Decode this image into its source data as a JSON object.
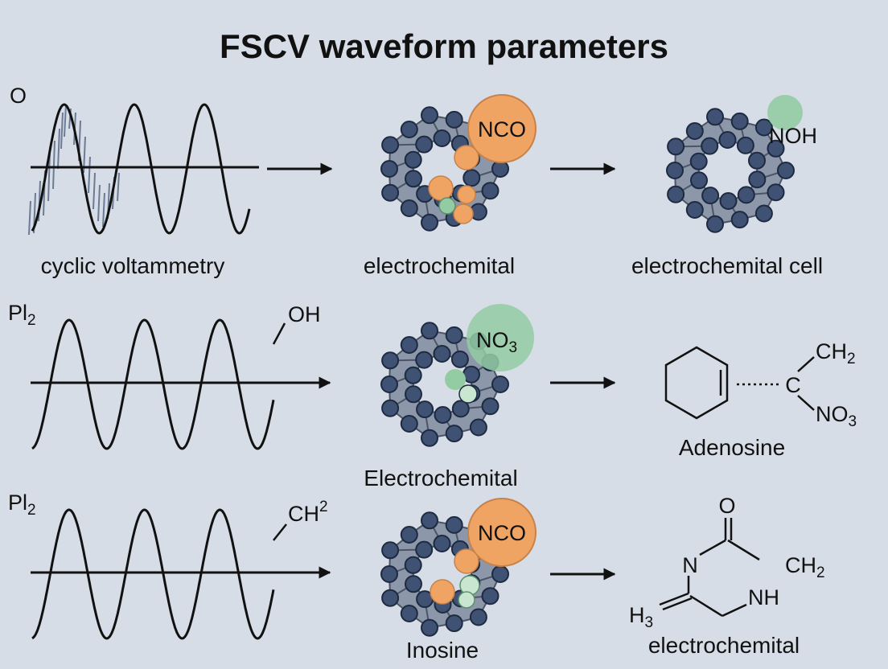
{
  "title": "FSCV waveform parameters",
  "colors": {
    "background": "#d7dde6",
    "orange": "#f0a464",
    "green": "#93cba3",
    "atom": "#3f5274",
    "ring": "#8c97aa"
  },
  "rows": [
    {
      "left_label": "O",
      "wave_caption": "cyclic voltammetry",
      "wave_end_label": "",
      "cluster_label": "NCO",
      "cluster_caption": "electrochemital",
      "right_label": "NOH",
      "right_caption": "electrochemital cell"
    },
    {
      "left_label": "Pl",
      "left_label_sub": "2",
      "wave_caption": "",
      "wave_end_label": "OH",
      "cluster_label": "NO",
      "cluster_label_sub": "3",
      "cluster_caption": "Electrochemital",
      "right_caption": "Adenosine",
      "molecule_labels": {
        "top": "CH",
        "top_sub": "2",
        "center": "C",
        "bottom": "NO",
        "bottom_sub": "3"
      }
    },
    {
      "left_label": "Pl",
      "left_label_sub": "2",
      "wave_caption": "",
      "wave_end_label": "CH",
      "wave_end_label_sup": "2",
      "cluster_label": "NCO",
      "cluster_caption": "Inosine",
      "right_caption": "electrochemital",
      "molecule_labels": {
        "o": "O",
        "n": "N",
        "ch": "CH",
        "ch_sub": "2",
        "nh": "NH",
        "h3": "H",
        "h3_sub": "3"
      }
    }
  ]
}
